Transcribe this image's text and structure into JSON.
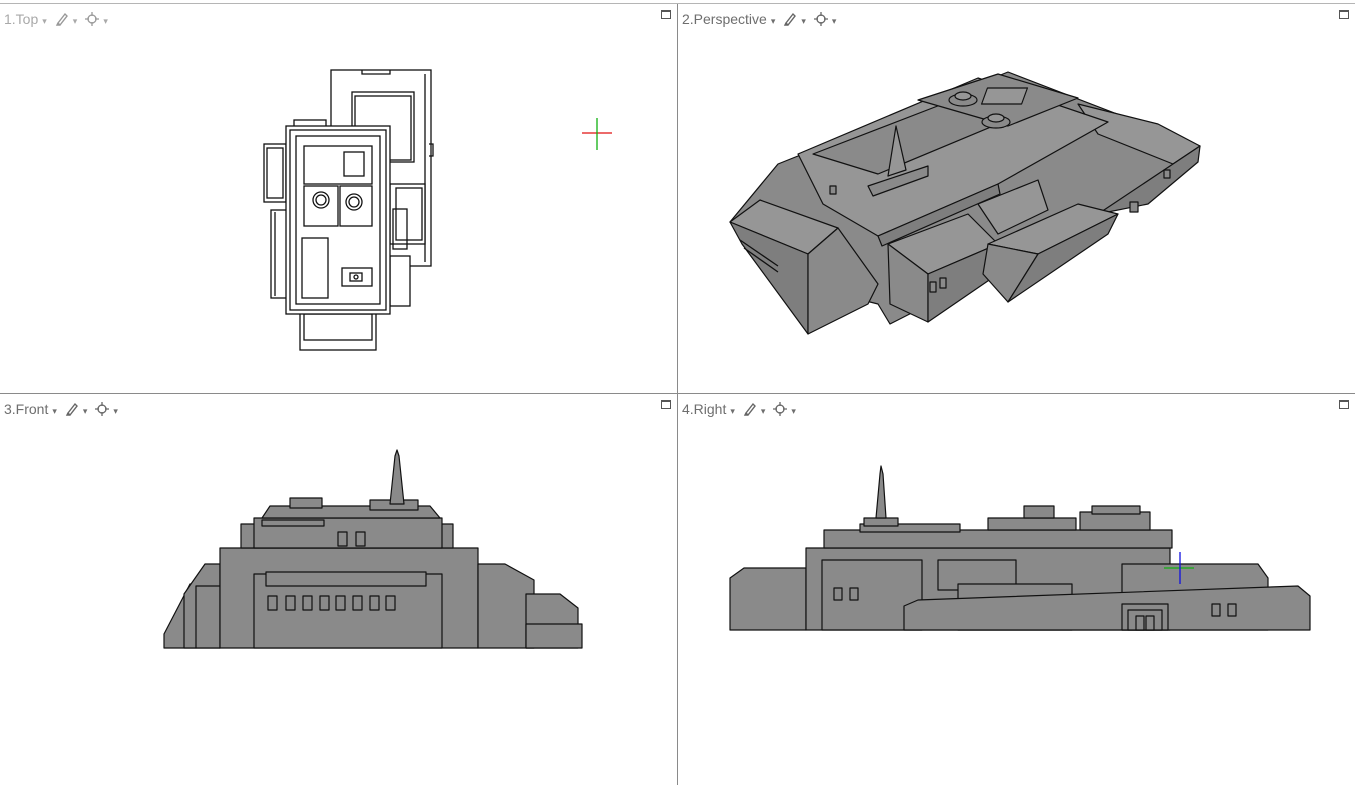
{
  "viewports": [
    {
      "id": "top",
      "title": "1.Top",
      "active": false
    },
    {
      "id": "perspective",
      "title": "2.Perspective",
      "active": true
    },
    {
      "id": "front",
      "title": "3.Front",
      "active": true
    },
    {
      "id": "right",
      "title": "4.Right",
      "active": true
    }
  ],
  "icons": {
    "pen": "pen-icon",
    "target": "target-icon",
    "caret": "▾",
    "maximize": "maximize-icon"
  },
  "colors": {
    "model_fill": "#8a8a8a",
    "model_edge": "#111111",
    "axis_x": "#e01010",
    "axis_y": "#10b010",
    "axis_z": "#1010e0"
  }
}
